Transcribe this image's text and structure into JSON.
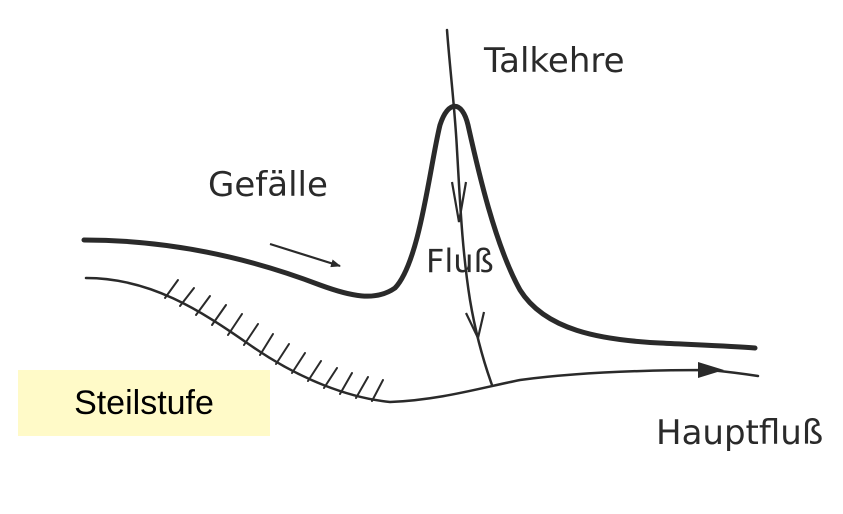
{
  "labels": {
    "talkehre": "Talkehre",
    "gefaelle": "Gefälle",
    "fluss": "Fluß",
    "hauptfluss": "Hauptfluß",
    "steilstufe": "Steilstufe"
  },
  "colors": {
    "ink": "#2a2a2a",
    "highlight": "#fffac8"
  }
}
